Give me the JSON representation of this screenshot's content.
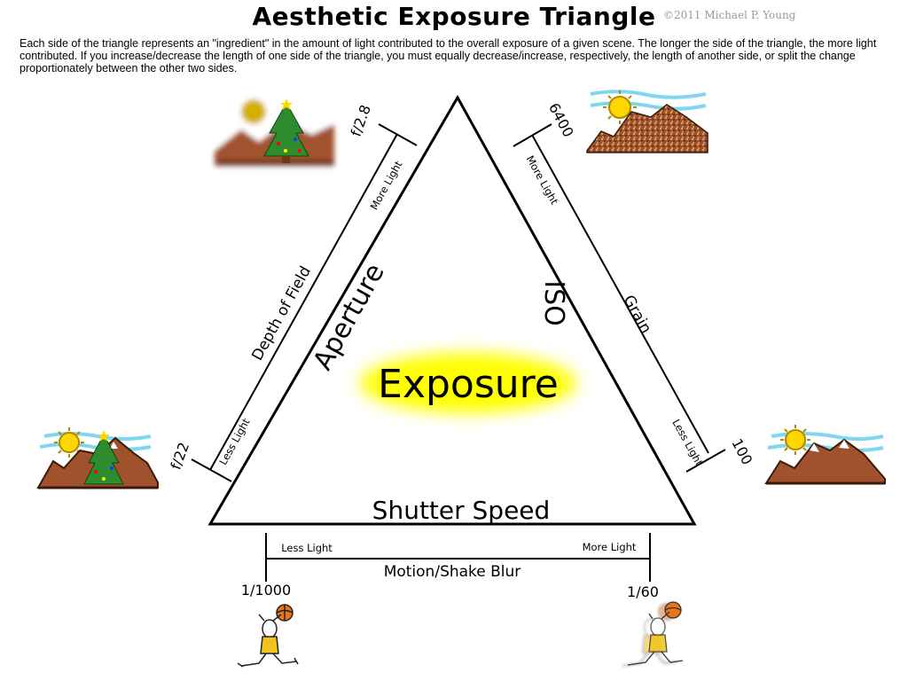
{
  "title": "Aesthetic Exposure Triangle",
  "credit": "©2011 Michael P. Young",
  "description": "Each side of the triangle represents an \"ingredient\" in the amount of light contributed to the overall exposure of a given scene.  The longer the side of the triangle, the more light contributed.  If you increase/decrease the length of one side of the triangle, you must equally decrease/increase, respectively, the length of another side, or split the change proportionately between the other two sides.",
  "center": {
    "label": "Exposure",
    "highlight_color": "#ffff00"
  },
  "aperture": {
    "label": "Aperture",
    "effect": "Depth of Field",
    "more_label": "More Light",
    "less_label": "Less Light",
    "more_value": "f/2.8",
    "less_value": "f/22"
  },
  "iso": {
    "label": "ISO",
    "effect": "Grain",
    "more_label": "More Light",
    "less_label": "Less Light",
    "more_value": "6400",
    "less_value": "100"
  },
  "shutter": {
    "label": "Shutter Speed",
    "effect": "Motion/Shake Blur",
    "more_label": "More Light",
    "less_label": "Less Light",
    "more_value": "1/60",
    "less_value": "1/1000"
  },
  "illustrations": [
    "blurred-mountain-tree-icon",
    "sharp-mountain-tree-icon",
    "grainy-mountain-icon",
    "clean-mountain-icon",
    "sharp-basketball-player-icon",
    "blurred-basketball-player-icon"
  ]
}
